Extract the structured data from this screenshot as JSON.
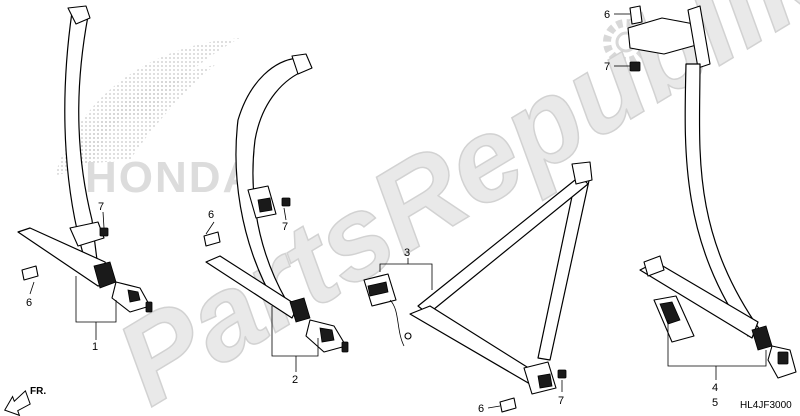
{
  "watermark": {
    "brand": "PartsRepublik",
    "logo": "HONDA"
  },
  "diagram_code": "HL4JF3000",
  "direction_label": "FR.",
  "callouts": {
    "c1": "1",
    "c2": "2",
    "c3": "3",
    "c4": "4",
    "c5": "5",
    "c6a": "6",
    "c6b": "6",
    "c6c": "6",
    "c6d": "6",
    "c7a": "7",
    "c7b": "7",
    "c7c": "7",
    "c7d": "7"
  },
  "icons": [
    "front-arrow-icon",
    "seatbelt-assembly-icon",
    "bolt-icon",
    "nut-icon",
    "gear-watermark-icon"
  ]
}
